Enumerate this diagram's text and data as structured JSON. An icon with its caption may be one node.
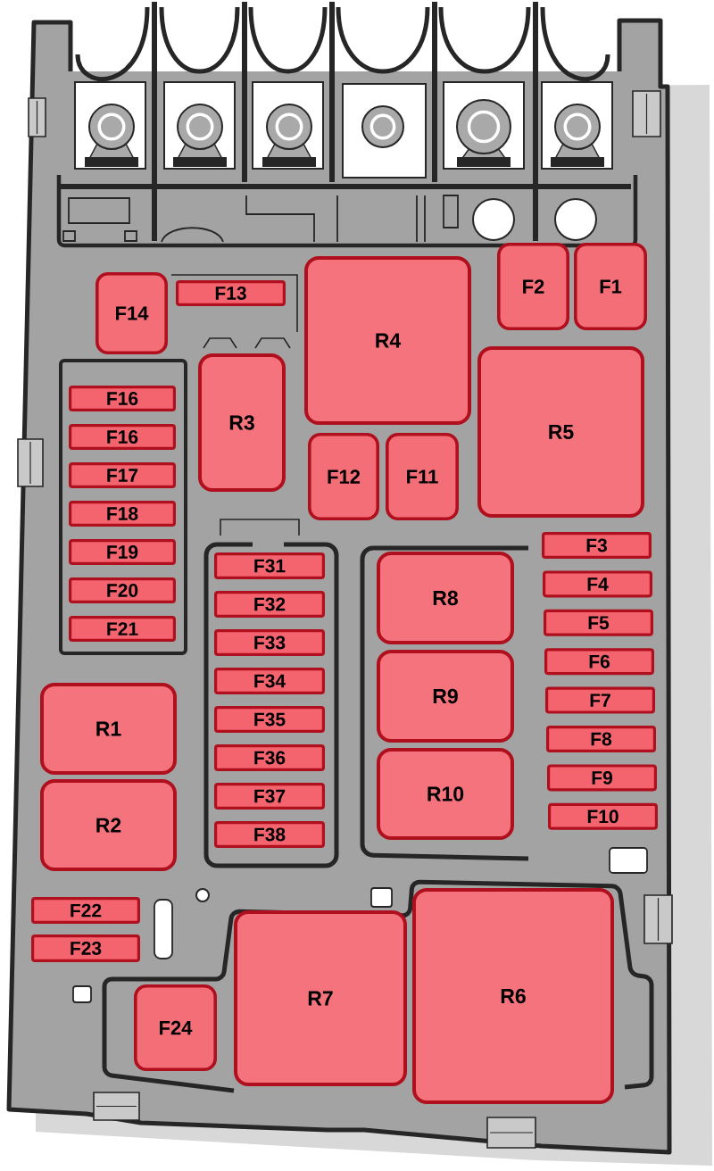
{
  "diagram": {
    "nodes": [
      {
        "text": [
          "F14"
        ]
      },
      {
        "text": [
          "F13"
        ]
      },
      {
        "text": [
          "R4"
        ]
      },
      {
        "text": [
          "F2"
        ]
      },
      {
        "text": [
          "F1"
        ]
      },
      {
        "text": [
          "R3"
        ]
      },
      {
        "text": [
          "R5"
        ]
      },
      {
        "text": [
          "F16"
        ]
      },
      {
        "text": [
          "F16"
        ]
      },
      {
        "text": [
          "F17"
        ]
      },
      {
        "text": [
          "F18"
        ]
      },
      {
        "text": [
          "F19"
        ]
      },
      {
        "text": [
          "F20"
        ]
      },
      {
        "text": [
          "F21"
        ]
      },
      {
        "text": [
          "F12"
        ]
      },
      {
        "text": [
          "F11"
        ]
      },
      {
        "text": [
          "F31"
        ]
      },
      {
        "text": [
          "F32"
        ]
      },
      {
        "text": [
          "F33"
        ]
      },
      {
        "text": [
          "F34"
        ]
      },
      {
        "text": [
          "F35"
        ]
      },
      {
        "text": [
          "F36"
        ]
      },
      {
        "text": [
          "F37"
        ]
      },
      {
        "text": [
          "F38"
        ]
      },
      {
        "text": [
          "R8"
        ]
      },
      {
        "text": [
          "R9"
        ]
      },
      {
        "text": [
          "R10"
        ]
      },
      {
        "text": [
          "F3"
        ]
      },
      {
        "text": [
          "F4"
        ]
      },
      {
        "text": [
          "F5"
        ]
      },
      {
        "text": [
          "F6"
        ]
      },
      {
        "text": [
          "F7"
        ]
      },
      {
        "text": [
          "F8"
        ]
      },
      {
        "text": [
          "F9"
        ]
      },
      {
        "text": [
          "F10"
        ]
      },
      {
        "text": [
          "R1"
        ]
      },
      {
        "text": [
          "R2"
        ]
      },
      {
        "text": [
          "F22"
        ]
      },
      {
        "text": [
          "F23"
        ]
      },
      {
        "text": [
          "F24"
        ]
      },
      {
        "text": [
          "R7"
        ]
      },
      {
        "text": [
          "R6"
        ]
      }
    ]
  }
}
